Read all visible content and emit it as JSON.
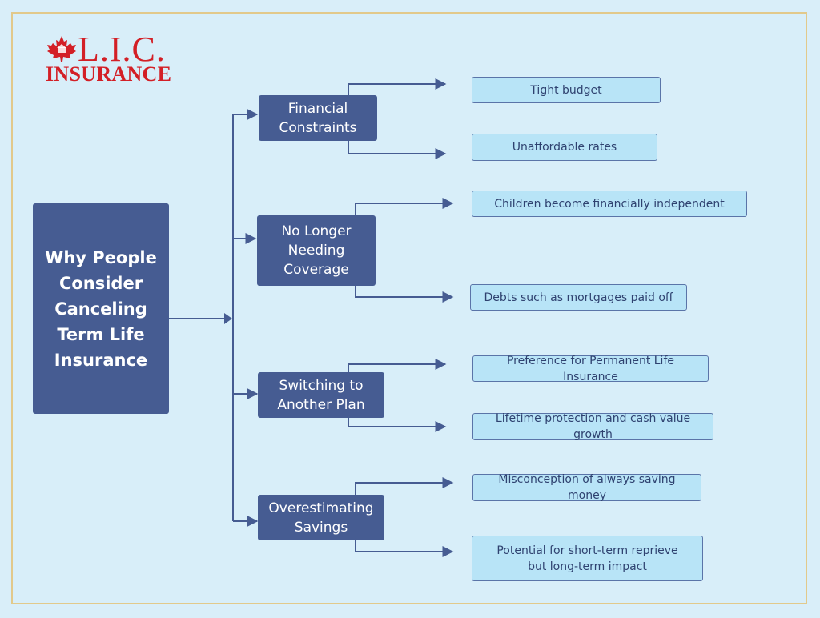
{
  "logo": {
    "brand": "L.I.C.",
    "subtitle": "INSURANCE"
  },
  "colors": {
    "background": "#d9eef9",
    "frame_border": "#e2c98b",
    "node_dark": "#465c92",
    "node_light": "#b8e4f7",
    "connector": "#465c92",
    "logo_red": "#d31f26"
  },
  "root": {
    "label": "Why People Consider Canceling Term Life Insurance"
  },
  "branches": [
    {
      "label": "Financial Constraints",
      "leaves": [
        "Tight budget",
        "Unaffordable rates"
      ]
    },
    {
      "label": "No Longer Needing Coverage",
      "leaves": [
        "Children become financially independent",
        "Debts such as mortgages paid off"
      ]
    },
    {
      "label": "Switching to Another Plan",
      "leaves": [
        "Preference for Permanent Life Insurance",
        "Lifetime protection and cash value growth"
      ]
    },
    {
      "label": "Overestimating Savings",
      "leaves": [
        "Misconception of always saving money",
        "Potential for short-term reprieve but long-term impact"
      ]
    }
  ]
}
